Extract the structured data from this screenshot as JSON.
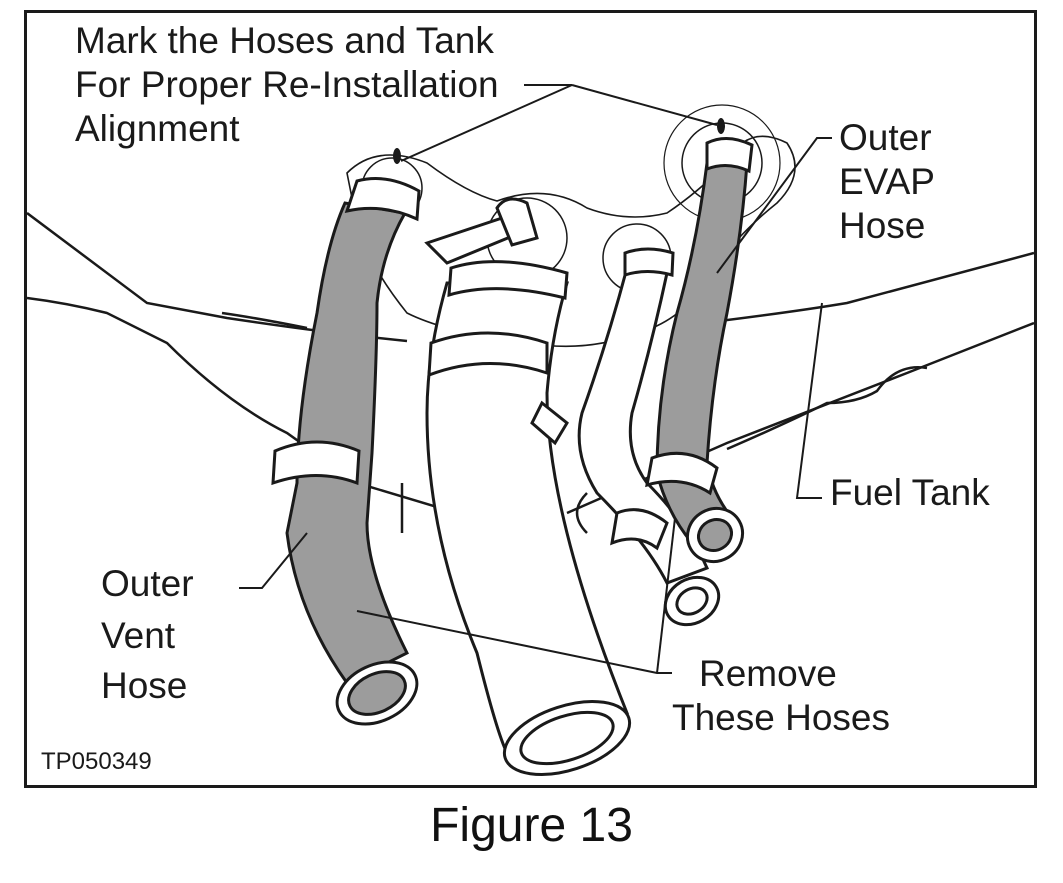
{
  "labels": {
    "mark": [
      "Mark the Hoses and Tank",
      "For Proper Re-Installation",
      "Alignment"
    ],
    "outer_evap": [
      "Outer",
      "EVAP",
      "Hose"
    ],
    "fuel_tank": "Fuel Tank",
    "outer_vent": [
      "Outer",
      "Vent",
      "Hose"
    ],
    "remove": [
      "Remove",
      "These Hoses"
    ]
  },
  "code": "TP050349",
  "caption": "Figure 13",
  "colors": {
    "ink": "#1a1a1a",
    "hose_fill": "#9c9c9c",
    "paper": "#ffffff"
  }
}
